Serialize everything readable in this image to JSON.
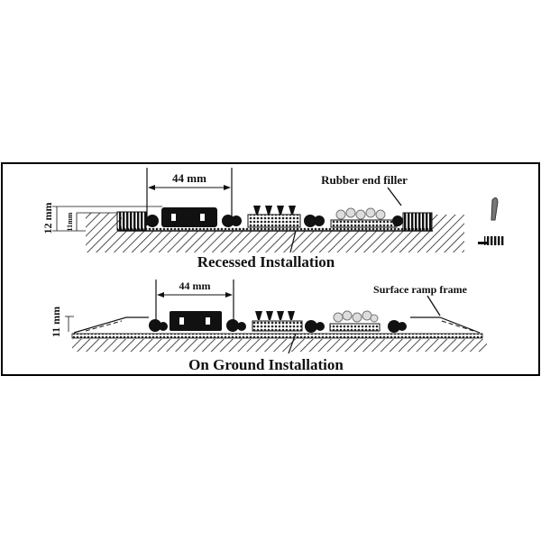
{
  "recessed": {
    "title": "Recessed Installation",
    "width_label": "44 mm",
    "callout": "Rubber end filler",
    "outer_height": "12 mm",
    "inner_height": "11mm"
  },
  "on_ground": {
    "title": "On Ground Installation",
    "width_label": "44 mm",
    "callout": "Surface ramp frame",
    "height": "11 mm"
  },
  "colors": {
    "ink": "#111111",
    "frame": "#000000",
    "background": "#ffffff"
  }
}
